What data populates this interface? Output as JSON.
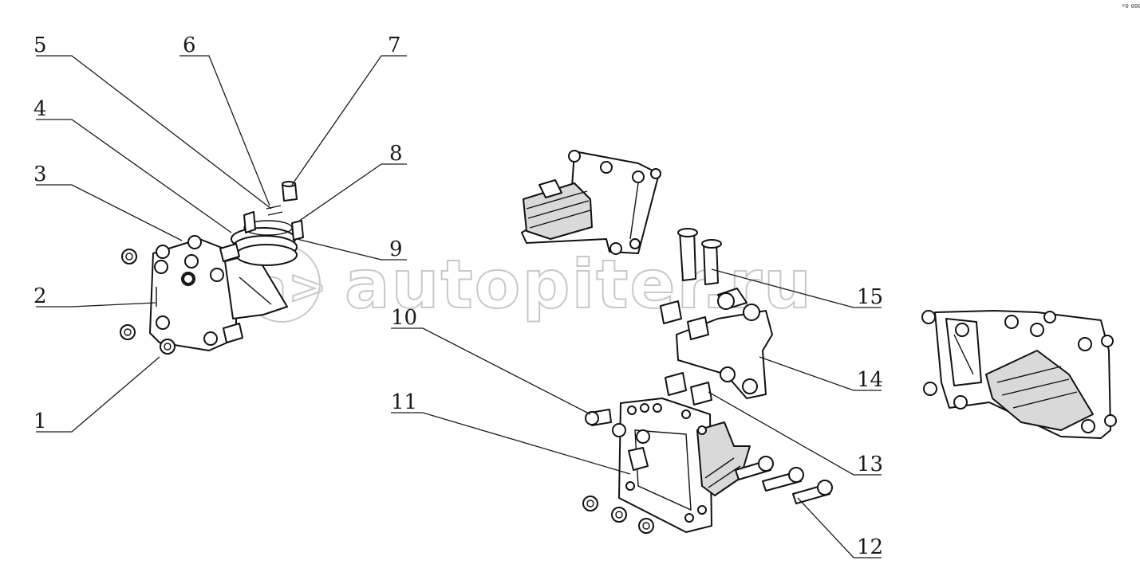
{
  "watermark": {
    "text": "autopiter.ru",
    "logo": "a>"
  },
  "corner_mark": "°º ººº",
  "callouts": [
    {
      "label": "1"
    },
    {
      "label": "2"
    },
    {
      "label": "3"
    },
    {
      "label": "4"
    },
    {
      "label": "5"
    },
    {
      "label": "6"
    },
    {
      "label": "7"
    },
    {
      "label": "8"
    },
    {
      "label": "9"
    },
    {
      "label": "10"
    },
    {
      "label": "11"
    },
    {
      "label": "12"
    },
    {
      "label": "13"
    },
    {
      "label": "14"
    },
    {
      "label": "15"
    }
  ]
}
